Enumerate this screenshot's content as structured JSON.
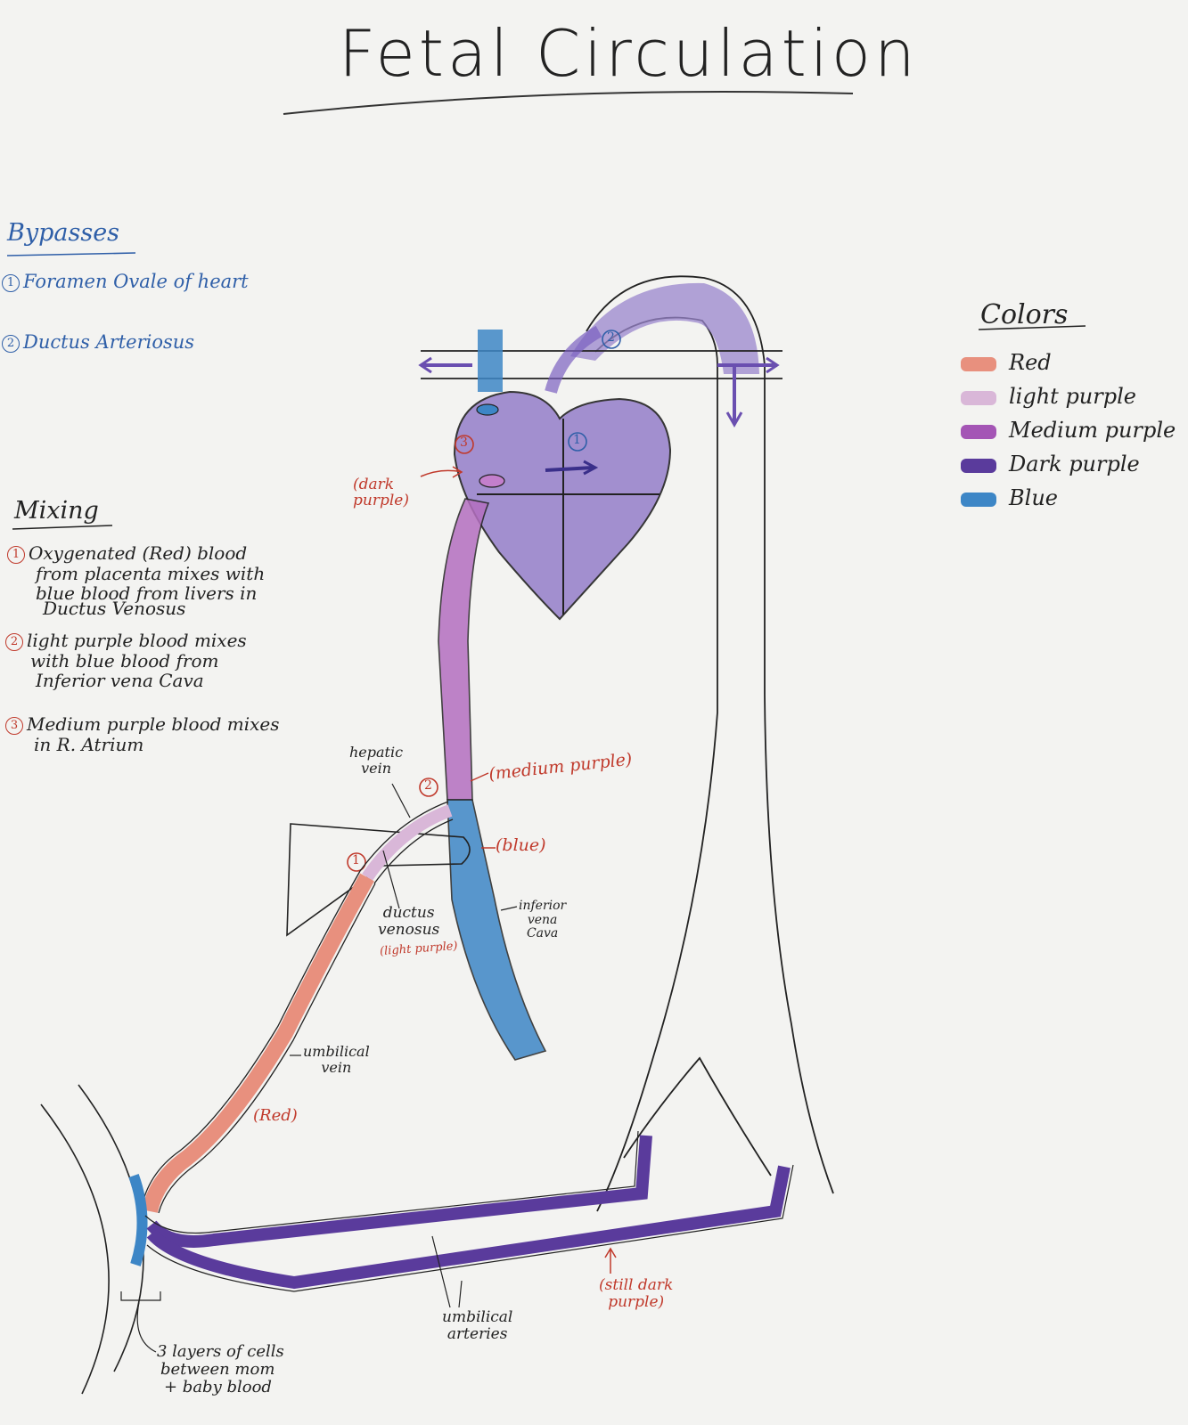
{
  "title": "Fetal Circulation",
  "bypasses": {
    "heading": "Bypasses",
    "items": [
      {
        "num": "1",
        "text": "Foramen Ovale of heart"
      },
      {
        "num": "2",
        "text": "Ductus Arteriosus"
      }
    ]
  },
  "mixing": {
    "heading": "Mixing",
    "items": [
      {
        "num": "1",
        "lines": [
          "Oxygenated (Red) blood",
          "from placenta mixes with",
          "blue blood from livers in",
          "Ductus Venosus"
        ]
      },
      {
        "num": "2",
        "lines": [
          "light purple blood mixes",
          "with blue blood from",
          "Inferior vena Cava"
        ]
      },
      {
        "num": "3",
        "lines": [
          "Medium purple blood mixes",
          "in R. Atrium"
        ]
      }
    ]
  },
  "colors_legend": {
    "heading": "Colors",
    "items": [
      {
        "label": "Red",
        "color": "#e8907e"
      },
      {
        "label": "light purple",
        "color": "#d9b7d8"
      },
      {
        "label": "Medium purple",
        "color": "#a455b5"
      },
      {
        "label": "Dark purple",
        "color": "#5a3b9c"
      },
      {
        "label": "Blue",
        "color": "#3d86c6"
      }
    ]
  },
  "diagram_labels": {
    "dark_purple": "(dark purple)",
    "medium_purple": "(medium purple)",
    "blue": "(blue)",
    "hepatic_vein": [
      "hepatic",
      "vein"
    ],
    "ductus_venosus": [
      "ductus",
      "venosus"
    ],
    "light_purple": "(light purple)",
    "inferior_vena_cava": [
      "inferior",
      "vena",
      "Cava"
    ],
    "umbilical_vein": [
      "umbilical",
      "vein"
    ],
    "red": "(Red)",
    "still_dark_purple": [
      "(still dark",
      "purple)"
    ],
    "umbilical_arteries": [
      "umbilical",
      "arteries"
    ],
    "layers_note": [
      "3 layers of cells",
      "between mom",
      "+ baby blood"
    ],
    "marker_1": "1",
    "marker_2": "2",
    "marker_3": "3"
  },
  "colors": {
    "red": "#e8907e",
    "light_purple": "#d9b7d8",
    "medium_purple": "#b46fc0",
    "dark_purple": "#5a3b9c",
    "heart_purple": "#9a85cc",
    "blue": "#3d86c6",
    "ink": "#222222",
    "annotation_red": "#c0392b",
    "annotation_blue": "#2f5fa8"
  }
}
